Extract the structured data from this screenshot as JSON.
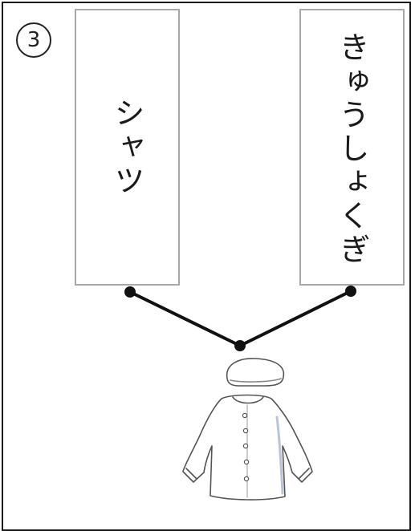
{
  "question_number": "3",
  "cards": [
    {
      "label": "シャツ"
    },
    {
      "label": "きゅうしょくぎ"
    }
  ],
  "icons": [
    "school-lunch-smock-illustration",
    "connector-dot"
  ],
  "colors": {
    "line": "#111111",
    "card_border": "#a8a8a8",
    "frame": "#1a1a1a"
  }
}
